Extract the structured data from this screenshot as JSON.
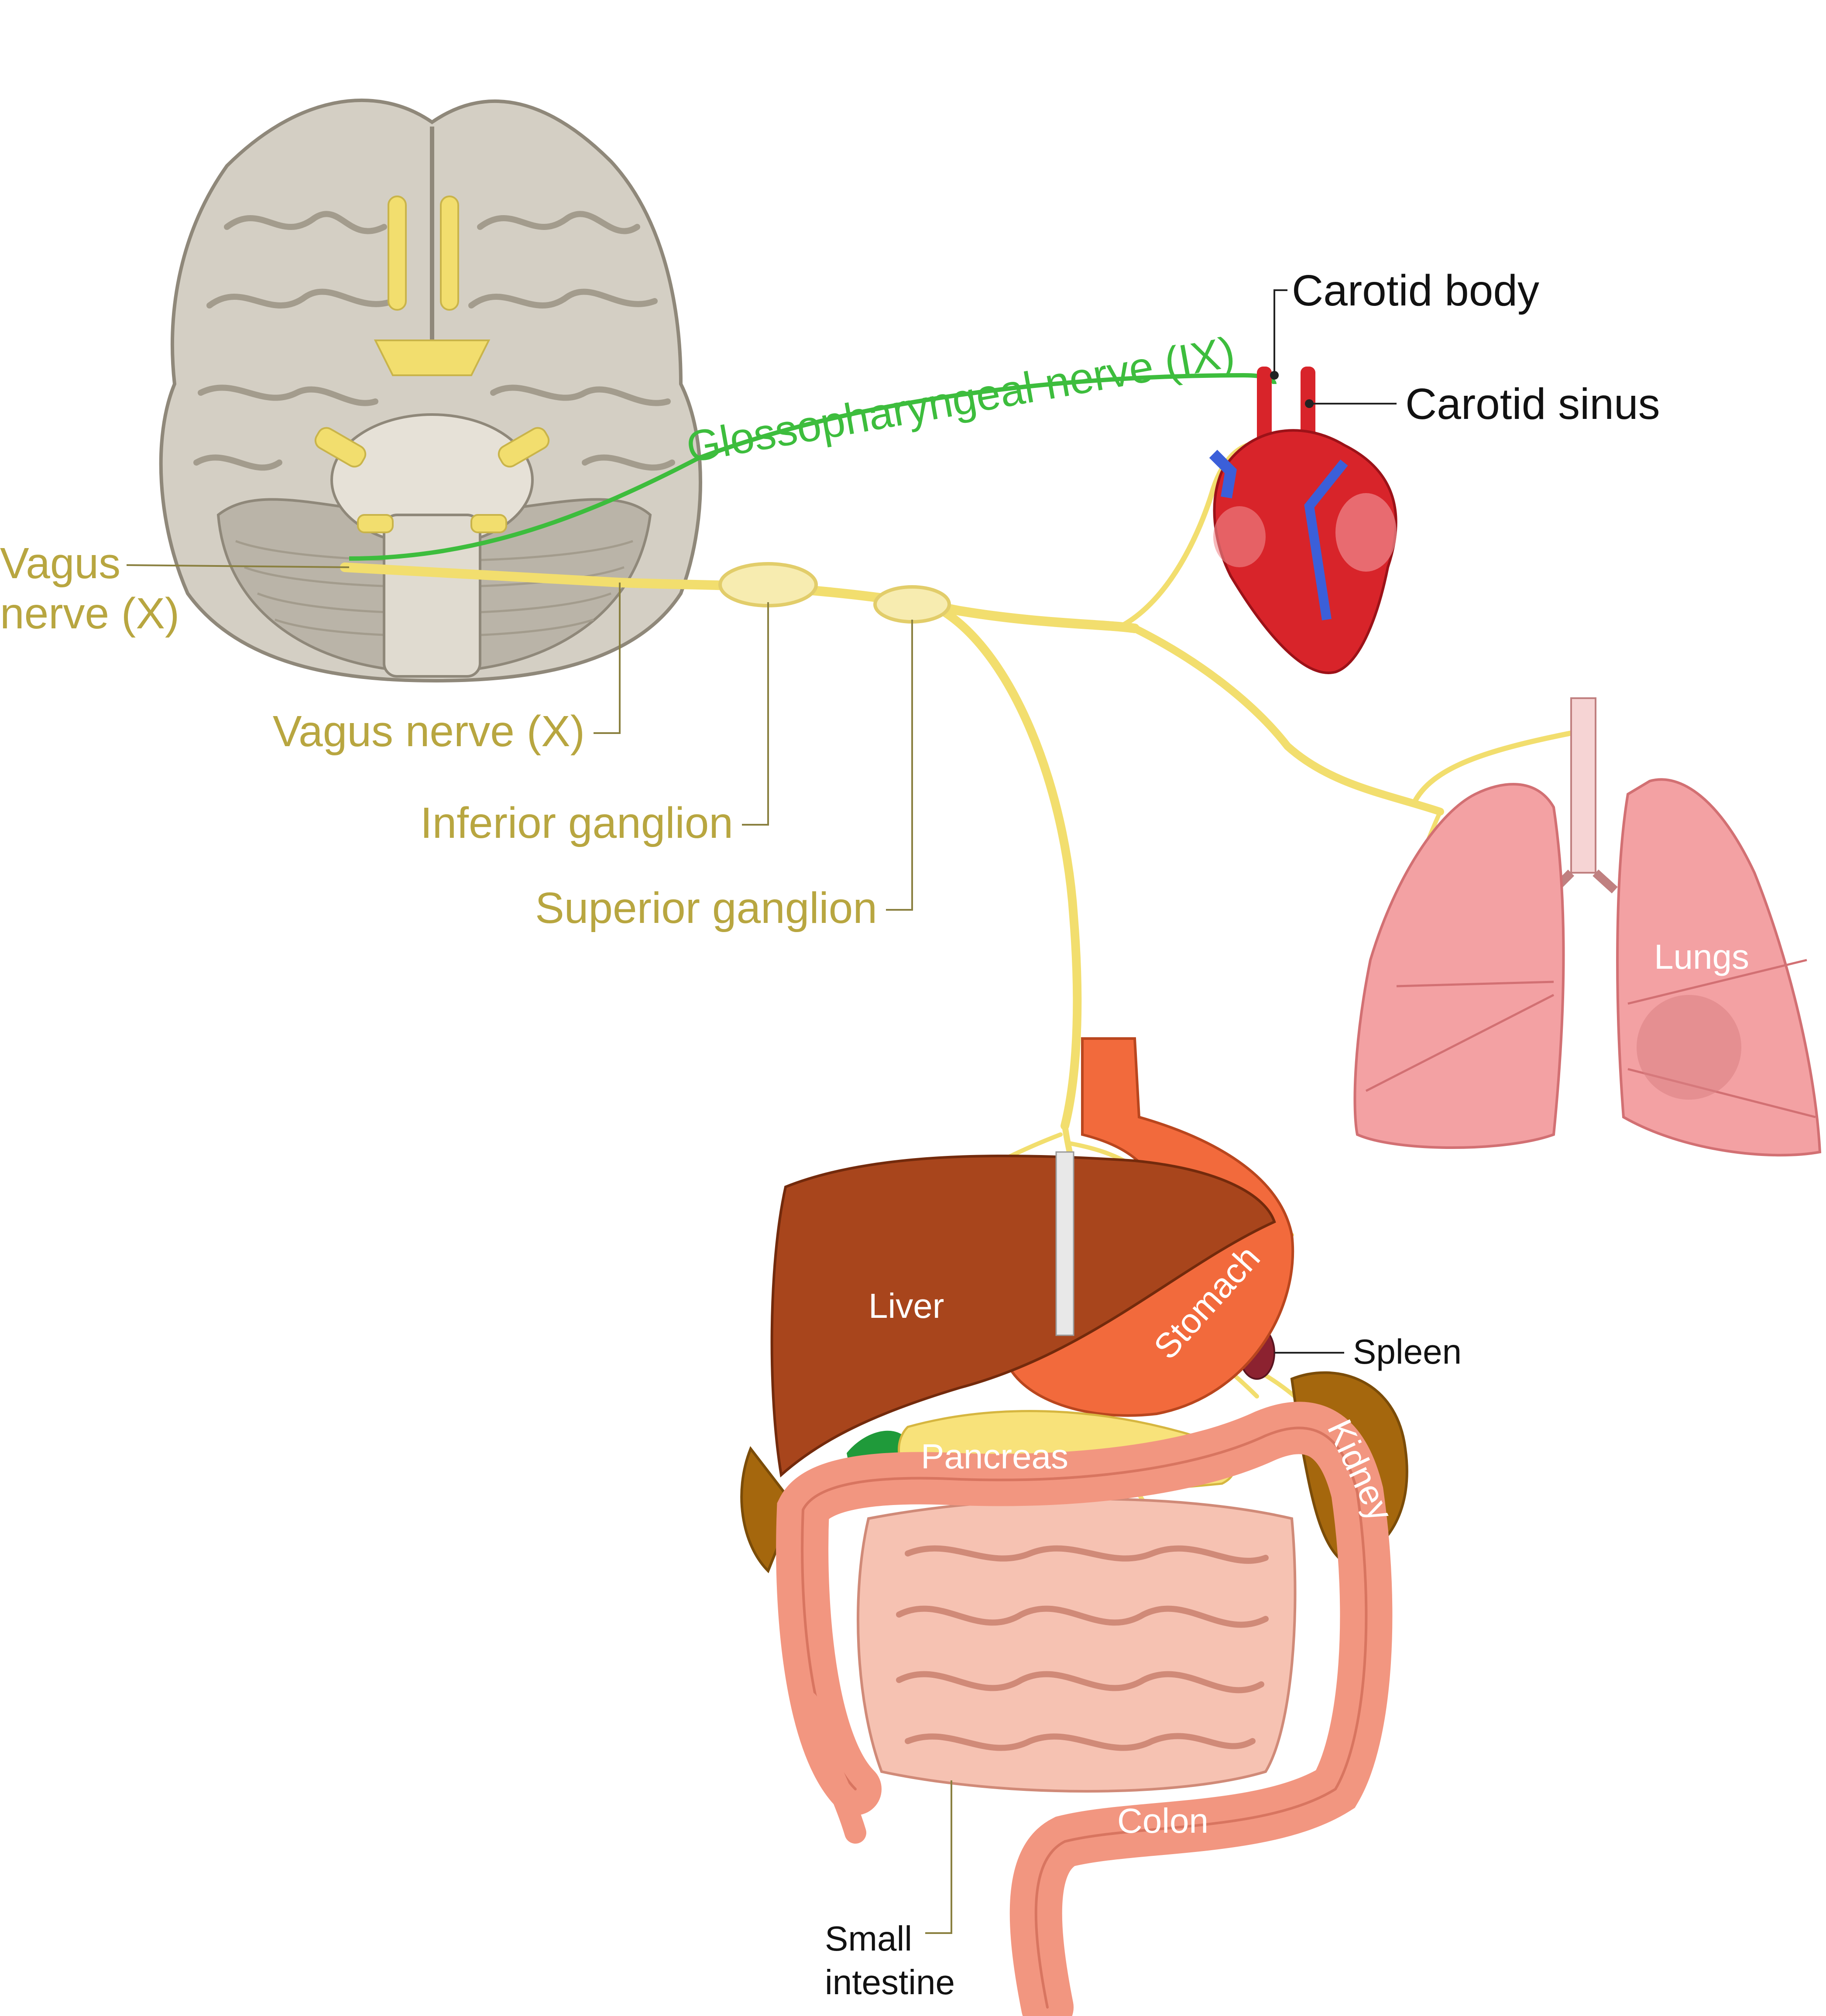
{
  "labels": {
    "vagus_left_line1": "Vagus",
    "vagus_left_line2": "nerve (X)",
    "glossopharyngeal": "Glossopharyngeal nerve (IX)",
    "carotid_body": "Carotid body",
    "carotid_sinus": "Carotid sinus",
    "vagus_lower": "Vagus nerve (X)",
    "inferior_ganglion": "Inferior ganglion",
    "superior_ganglion": "Superior ganglion",
    "lungs": "Lungs",
    "liver": "Liver",
    "stomach": "Stomach",
    "spleen": "Spleen",
    "pancreas": "Pancreas",
    "kidney": "Kidney",
    "colon": "Colon",
    "small_intestine_line1": "Small",
    "small_intestine_line2": "intestine"
  },
  "colors": {
    "vagus_nerve": "#f2de6e",
    "vagus_label": "#b8a640",
    "glossopharyngeal_nerve": "#3dbd3d",
    "brain": "#cfc9bd",
    "heart": "#d8242a",
    "lungs": "#f3a1a3",
    "liver": "#a8451c",
    "stomach": "#f26a3c",
    "intestine": "#f6c2b2",
    "colon": "#f29680",
    "kidney": "#a5670d",
    "pancreas": "#f8e27a"
  }
}
